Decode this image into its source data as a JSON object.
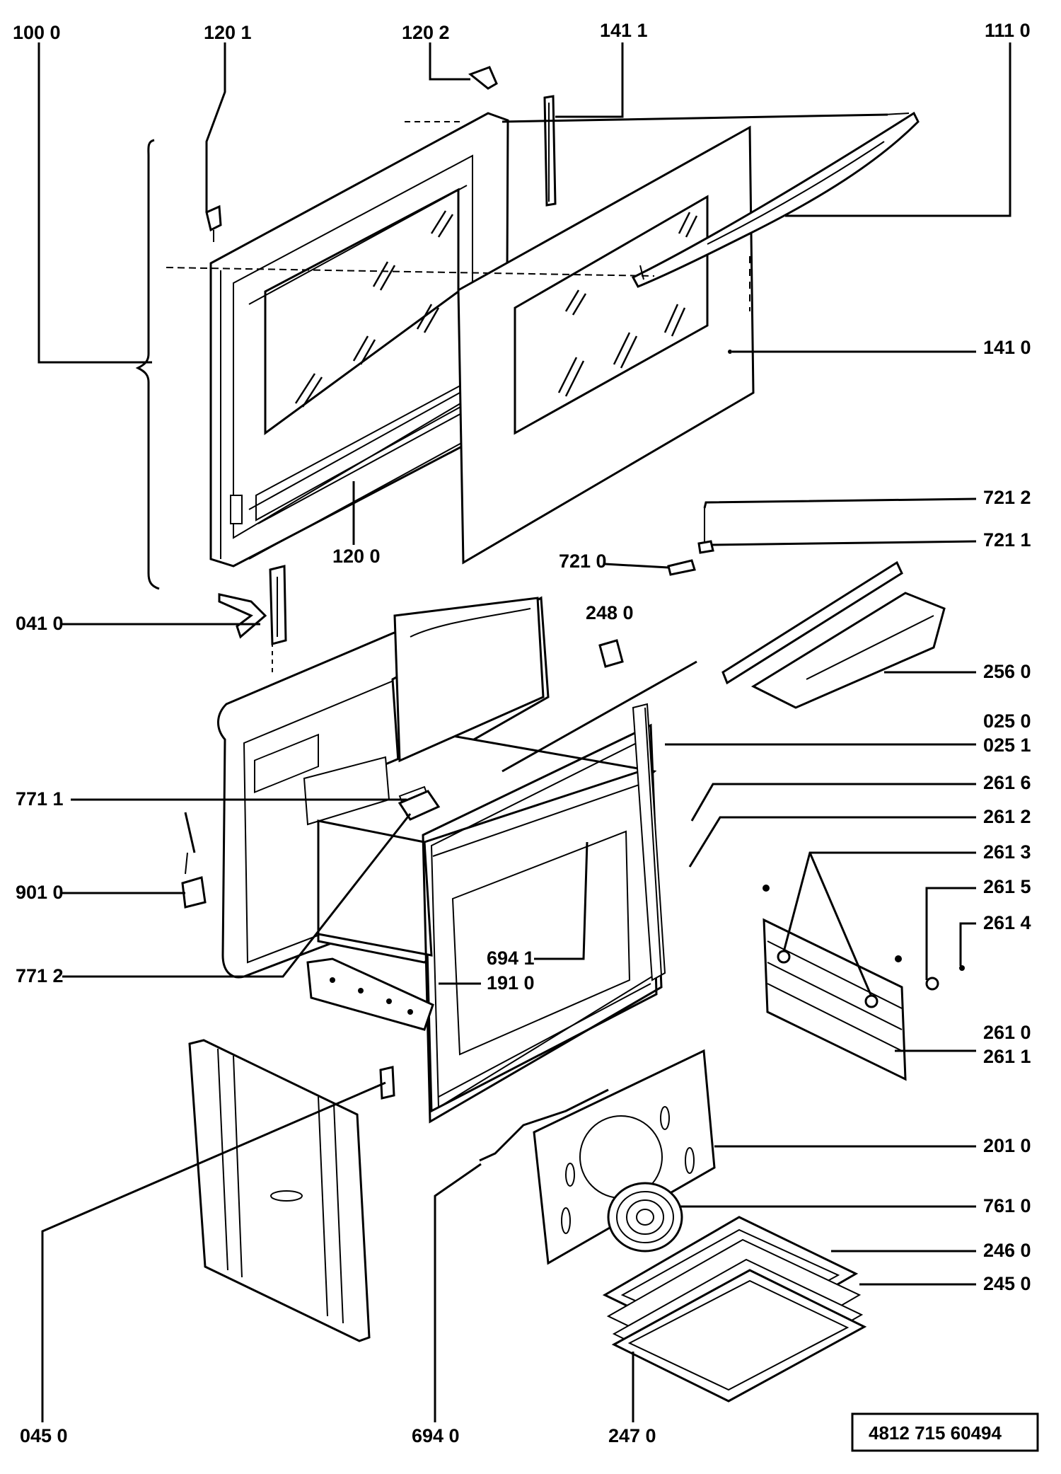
{
  "diagram": {
    "kind": "exploded parts diagram",
    "callouts": [
      {
        "id": "c1000",
        "text": "100 0"
      },
      {
        "id": "c1201",
        "text": "120 1"
      },
      {
        "id": "c1202",
        "text": "120 2"
      },
      {
        "id": "c1411",
        "text": "141 1"
      },
      {
        "id": "c1110",
        "text": "111 0"
      },
      {
        "id": "c1410",
        "text": "141 0"
      },
      {
        "id": "c1200",
        "text": "120 0"
      },
      {
        "id": "c7212",
        "text": "721 2"
      },
      {
        "id": "c7211",
        "text": "721 1"
      },
      {
        "id": "c7210",
        "text": "721 0"
      },
      {
        "id": "c0410",
        "text": "041 0"
      },
      {
        "id": "c2480",
        "text": "248 0"
      },
      {
        "id": "c2560",
        "text": "256 0"
      },
      {
        "id": "c0250",
        "text": "025 0"
      },
      {
        "id": "c0251",
        "text": "025 1"
      },
      {
        "id": "c7711",
        "text": "771 1"
      },
      {
        "id": "c2616",
        "text": "261 6"
      },
      {
        "id": "c2612",
        "text": "261 2"
      },
      {
        "id": "c2613",
        "text": "261 3"
      },
      {
        "id": "c9010",
        "text": "901 0"
      },
      {
        "id": "c2615",
        "text": "261 5"
      },
      {
        "id": "c2614",
        "text": "261 4"
      },
      {
        "id": "c6941",
        "text": "694 1"
      },
      {
        "id": "c7712",
        "text": "771 2"
      },
      {
        "id": "c1910",
        "text": "191 0"
      },
      {
        "id": "c2610",
        "text": "261 0"
      },
      {
        "id": "c2611",
        "text": "261 1"
      },
      {
        "id": "c2010",
        "text": "201 0"
      },
      {
        "id": "c7610",
        "text": "761 0"
      },
      {
        "id": "c2460",
        "text": "246 0"
      },
      {
        "id": "c2450",
        "text": "245 0"
      },
      {
        "id": "c0450",
        "text": "045 0"
      },
      {
        "id": "c6940",
        "text": "694 0"
      },
      {
        "id": "c2470",
        "text": "247 0"
      }
    ],
    "document_number": "4812  715  60494"
  }
}
